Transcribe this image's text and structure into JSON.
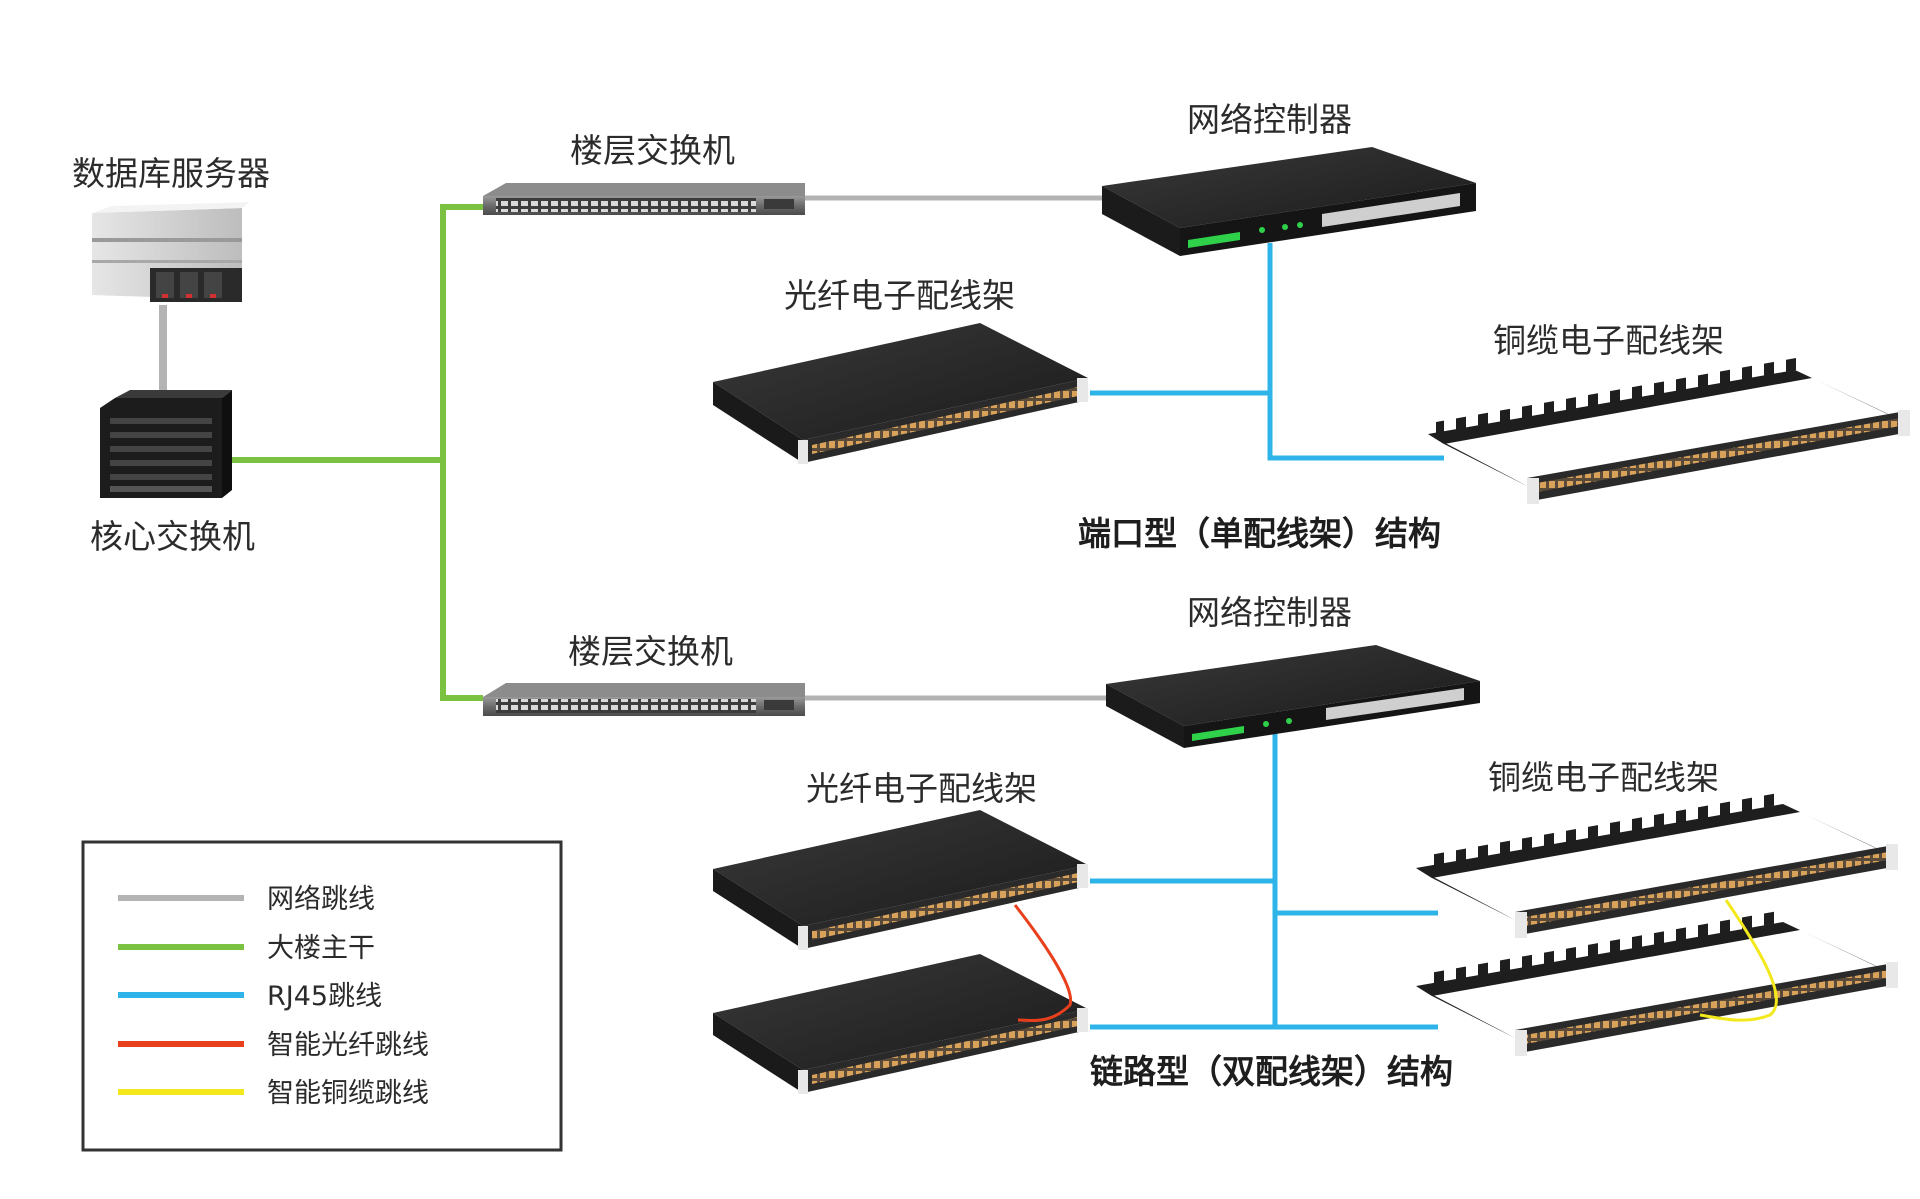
{
  "labels": {
    "db_server": "数据库服务器",
    "core_switch": "核心交换机",
    "floor_switch_top": "楼层交换机",
    "floor_switch_bottom": "楼层交换机",
    "net_ctrl_top": "网络控制器",
    "net_ctrl_bottom": "网络控制器",
    "fiber_panel_top": "光纤电子配线架",
    "fiber_panel_bottom": "光纤电子配线架",
    "copper_panel_top": "铜缆电子配线架",
    "copper_panel_bottom": "铜缆电子配线架"
  },
  "titles": {
    "port_type": "端口型（单配线架）结构",
    "link_type": "链路型（双配线架）结构"
  },
  "legend": [
    {
      "label": "网络跳线",
      "color": "#b3b3b3"
    },
    {
      "label": "大楼主干",
      "color": "#7cc242"
    },
    {
      "label": "RJ45跳线",
      "color": "#2fb4e9"
    },
    {
      "label": "智能光纤跳线",
      "color": "#e8401c"
    },
    {
      "label": "智能铜缆跳线",
      "color": "#f2e81c"
    }
  ],
  "colors": {
    "network_patch": "#b3b3b3",
    "backbone": "#7cc242",
    "rj45": "#2fb4e9",
    "fiber_patch": "#e8401c",
    "copper_patch": "#f2e81c",
    "device_dark": "#222222",
    "controller_led": "#2fd14a"
  }
}
